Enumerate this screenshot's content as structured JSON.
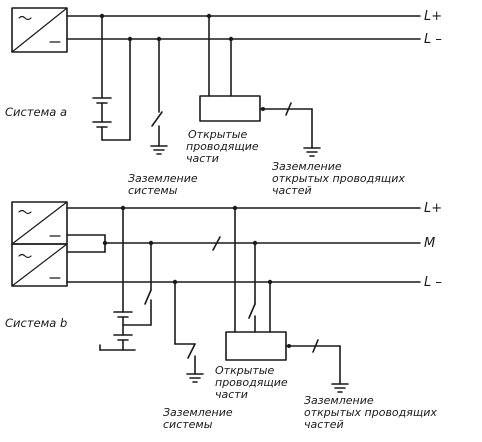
{
  "system_a": {
    "title": "Система а",
    "line_plus": "L+",
    "line_minus": "L –",
    "exposed_parts_1": "Открытые",
    "exposed_parts_2": "проводящие",
    "exposed_parts_3": "части",
    "system_earth_1": "Заземление",
    "system_earth_2": "системы",
    "parts_earth_1": "Заземление",
    "parts_earth_2": "открытых проводящих",
    "parts_earth_3": "частей"
  },
  "system_b": {
    "title": "Система b",
    "line_plus": "L+",
    "line_mid": "M",
    "line_minus": "L –",
    "exposed_parts_1": "Открытые",
    "exposed_parts_2": "проводящие",
    "exposed_parts_3": "части",
    "system_earth_1": "Заземление",
    "system_earth_2": "системы",
    "parts_earth_1": "Заземление",
    "parts_earth_2": "открытых проводящих",
    "parts_earth_3": "частей"
  }
}
